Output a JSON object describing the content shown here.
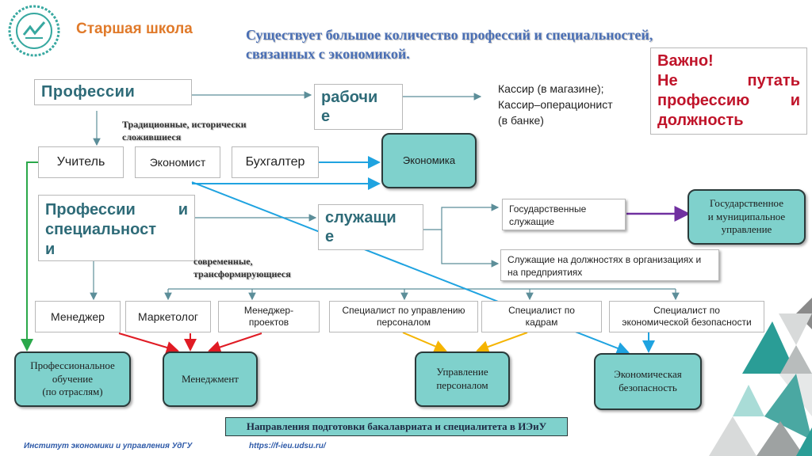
{
  "header": {
    "school": "Старшая школа",
    "title_line1": "Существует большое количество профессий и специальностей,",
    "title_line2": "связанных с экономикой."
  },
  "important": {
    "line1": "Важно!",
    "line2": "Не путать",
    "line3": "профессию и",
    "line4": "должность"
  },
  "nodes": {
    "professions": "Профессии",
    "workers_line1": "рабочи",
    "workers_line2": "е",
    "cashier_line1": "Кассир (в магазине);",
    "cashier_line2": "Кассир–операционист",
    "cashier_line3": "(в банке)",
    "traditional_line1": "Традиционные, исторически",
    "traditional_line2": "сложившиеся",
    "teacher": "Учитель",
    "economist": "Экономист",
    "accountant": "Бухгалтер",
    "economics": "Экономика",
    "prof_spec_line1": "Профессии и",
    "prof_spec_line2": "специальност",
    "prof_spec_line3": "и",
    "employees_line1": "служащи",
    "employees_line2": "е",
    "state_employees_line1": "Государственные",
    "state_employees_line2": "служащие",
    "state_mgmt_line1": "Государственное",
    "state_mgmt_line2": "и муниципальное",
    "state_mgmt_line3": "управление",
    "org_employees_line1": "Служащие на должностях в организациях и",
    "org_employees_line2": "на предприятиях",
    "modern_line1": "современные,",
    "modern_line2": "трансформирующиеся",
    "manager": "Менеджер",
    "marketer": "Маркетолог",
    "project_manager_line1": "Менеджер-",
    "project_manager_line2": "проектов",
    "hr_specialist_line1": "Специалист по управлению",
    "hr_specialist_line2": "персоналом",
    "personnel_specialist_line1": "Специалист по",
    "personnel_specialist_line2": "кадрам",
    "security_specialist_line1": "Специалист по",
    "security_specialist_line2": "экономической безопасности",
    "prof_training_line1": "Профессиональное",
    "prof_training_line2": "обучение",
    "prof_training_line3": "(по отраслям)",
    "management": "Менеджмент",
    "personnel_mgmt_line1": "Управление",
    "personnel_mgmt_line2": "персоналом",
    "econ_security_line1": "Экономическая",
    "econ_security_line2": "безопасность"
  },
  "directions_label": "Направления подготовки бакалавриата и специалитета в ИЭиУ",
  "footer": {
    "institute": "Институт экономики и управления УдГУ",
    "url": "https://f-ieu.udsu.ru/"
  },
  "colors": {
    "accent_orange": "#e07a2a",
    "title_blue": "#4a6fb5",
    "important_red": "#c0142a",
    "teal_fill": "#7fd1cc",
    "label_blue": "#2e6b78",
    "arrow_gray": "#5c8e99",
    "arrow_blue": "#1fa3e0",
    "arrow_green": "#2aa84a",
    "arrow_red": "#e01b24",
    "arrow_yellow": "#f5b400",
    "arrow_purple": "#7030a0"
  }
}
